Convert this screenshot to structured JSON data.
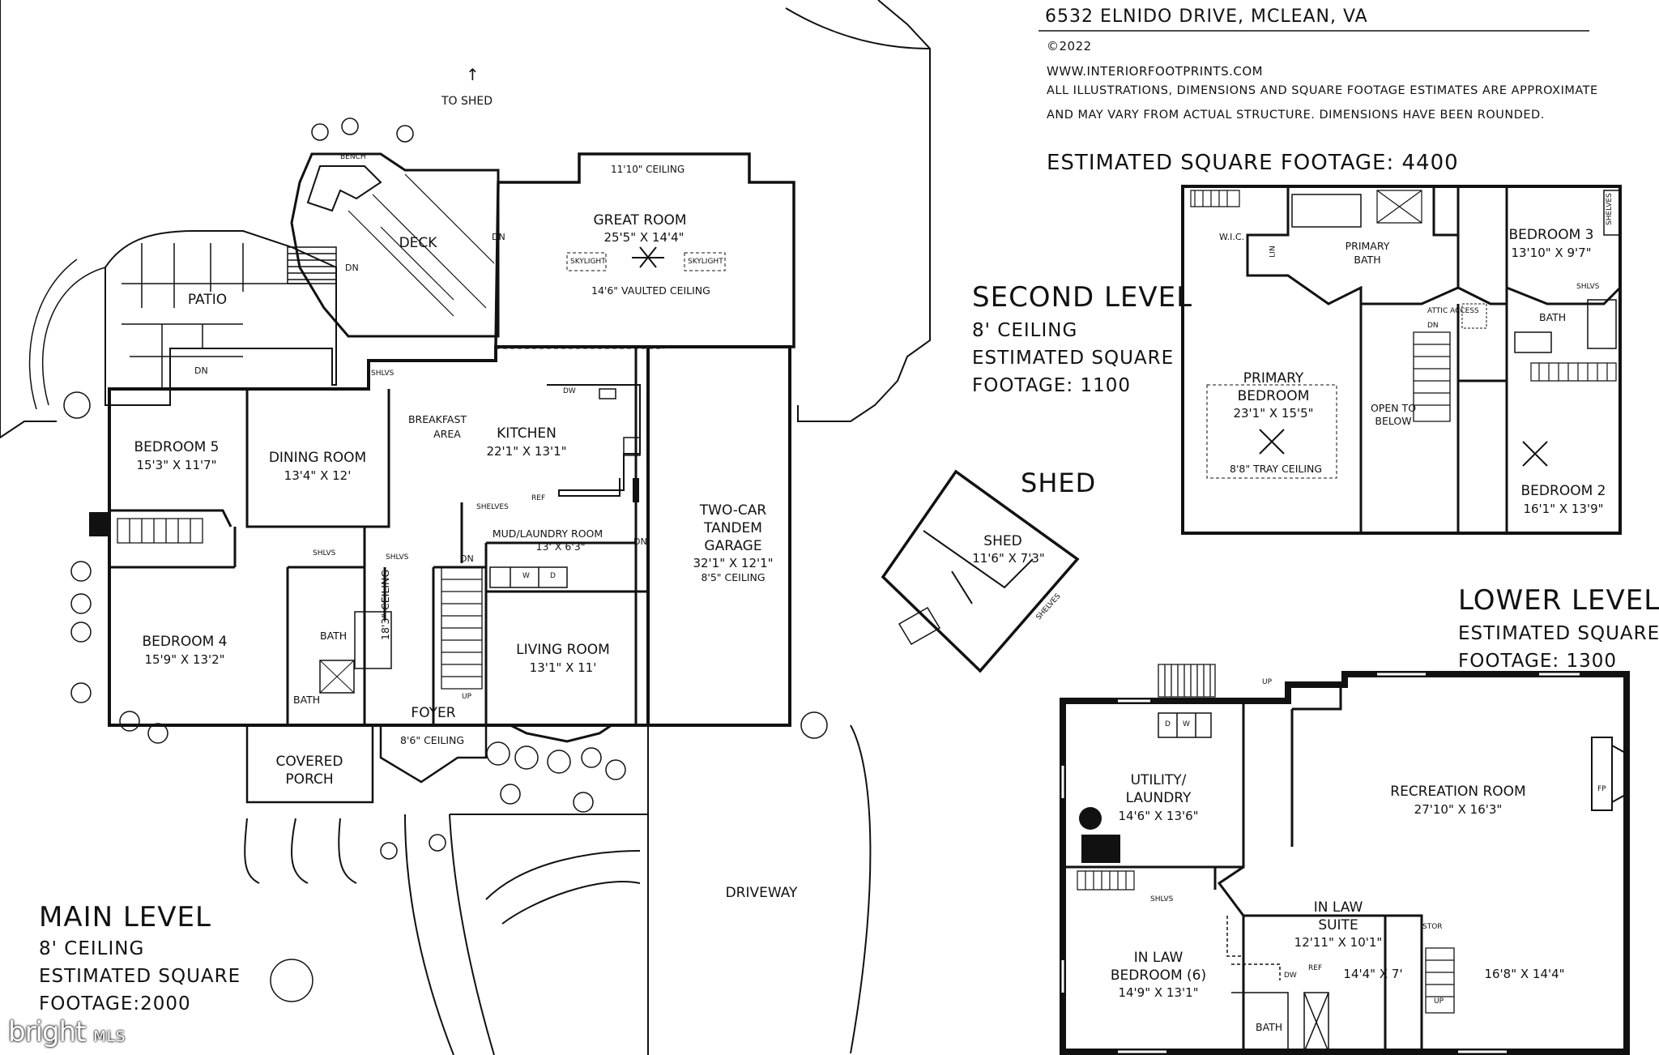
{
  "header": {
    "address": "6532 ELNIDO DRIVE, MCLEAN, VA",
    "copyright": "©2022",
    "website": "WWW.INTERIORFOOTPRINTS.COM",
    "disclaimer_1": "ALL ILLUSTRATIONS, DIMENSIONS AND SQUARE FOOTAGE ESTIMATES ARE APPROXIMATE",
    "disclaimer_2": "AND MAY VARY FROM ACTUAL STRUCTURE. DIMENSIONS HAVE BEEN ROUNDED.",
    "total_sqft": "ESTIMATED SQUARE FOOTAGE: 4400"
  },
  "main_level": {
    "title": "MAIN LEVEL",
    "ceiling": "8' CEILING",
    "sqft_1": "ESTIMATED SQUARE",
    "sqft_2": "FOOTAGE:2000",
    "labels": {
      "to_shed": "TO SHED",
      "bench": "BENCH",
      "deck": "DECK",
      "patio": "PATIO",
      "dn1": "DN",
      "dn2": "DN",
      "dn3": "DN",
      "dn4": "DN",
      "dn5": "DN",
      "up": "UP",
      "great_ceiling": "11'10\" CEILING",
      "great_room": "GREAT ROOM",
      "great_dim": "25'5\" X 14'4\"",
      "skylight_a": "SKYLIGHT",
      "skylight_b": "SKYLIGHT",
      "vaulted": "14'6\" VAULTED CEILING",
      "shlvs1": "SHLVS",
      "shlvs2": "SHLVS",
      "shlvs3": "SHLVS",
      "breakfast": "BREAKFAST",
      "area": "AREA",
      "kitchen": "KITCHEN",
      "kitchen_dim": "22'1\" X 13'1\"",
      "dw": "DW",
      "shelves": "SHELVES",
      "ref": "REF",
      "bedroom5": "BEDROOM 5",
      "bedroom5_dim": "15'3\" X 11'7\"",
      "dining": "DINING ROOM",
      "dining_dim": "13'4\" X 12'",
      "mud": "MUD/LAUNDRY ROOM",
      "mud_dim": "13' X 6'3\"",
      "w": "W",
      "d": "D",
      "garage_1": "TWO-CAR",
      "garage_2": "TANDEM",
      "garage_3": "GARAGE",
      "garage_dim": "32'1\" X 12'1\"",
      "garage_ceiling": "8'5\" CEILING",
      "bedroom4": "BEDROOM 4",
      "bedroom4_dim": "15'9\" X 13'2\"",
      "bath_a": "BATH",
      "bath_b": "BATH",
      "ceiling_183": "18'3\" CEILING",
      "living": "LIVING ROOM",
      "living_dim": "13'1\" X 11'",
      "foyer": "FOYER",
      "foyer_ceiling": "8'6\" CEILING",
      "porch_1": "COVERED",
      "porch_2": "PORCH",
      "driveway": "DRIVEWAY"
    }
  },
  "second_level": {
    "title": "SECOND LEVEL",
    "ceiling": "8' CEILING",
    "sqft_1": "ESTIMATED SQUARE",
    "sqft_2": "FOOTAGE: 1100",
    "labels": {
      "wic": "W.I.C.",
      "lin": "LIN",
      "primary_bath_1": "PRIMARY",
      "primary_bath_2": "BATH",
      "bedroom3": "BEDROOM 3",
      "bedroom3_dim": "13'10\" X 9'7\"",
      "shelves": "SHELVES",
      "shlvs": "SHLVS",
      "attic": "ATTIC ACCESS",
      "bath": "BATH",
      "dn": "DN",
      "primary_bed_1": "PRIMARY",
      "primary_bed_2": "BEDROOM",
      "primary_bed_dim": "23'1\" X 15'5\"",
      "tray": "8'8\" TRAY CEILING",
      "open_1": "OPEN TO",
      "open_2": "BELOW",
      "bedroom2": "BEDROOM 2",
      "bedroom2_dim": "16'1\" X 13'9\""
    }
  },
  "shed": {
    "title": "SHED",
    "label": "SHED",
    "dim": "11'6\" X 7'3\"",
    "shelves": "SHELVES"
  },
  "lower_level": {
    "title": "LOWER LEVEL",
    "sqft_1": "ESTIMATED SQUARE",
    "sqft_2": "FOOTAGE: 1300",
    "labels": {
      "up1": "UP",
      "up2": "UP",
      "d": "D",
      "w": "W",
      "utility_1": "UTILITY/",
      "utility_2": "LAUNDRY",
      "utility_dim": "14'6\" X 13'6\"",
      "recreation": "RECREATION ROOM",
      "recreation_dim": "27'10\" X 16'3\"",
      "fp": "FP",
      "shlvs": "SHLVS",
      "suite_1": "IN LAW",
      "suite_2": "SUITE",
      "suite_dim": "12'11\" X 10'1\"",
      "stor": "STOR",
      "inlaw_bed_1": "IN LAW",
      "inlaw_bed_2": "BEDROOM (6)",
      "inlaw_bed_dim": "14'9\" X 13'1\"",
      "dw": "DW",
      "ref": "REF",
      "suite_side_dim": "14'4\" X 7'",
      "rec_side_dim": "16'8\" X 14'4\"",
      "bath": "BATH"
    }
  },
  "watermark": {
    "brand": "bright",
    "suffix": "MLS"
  }
}
